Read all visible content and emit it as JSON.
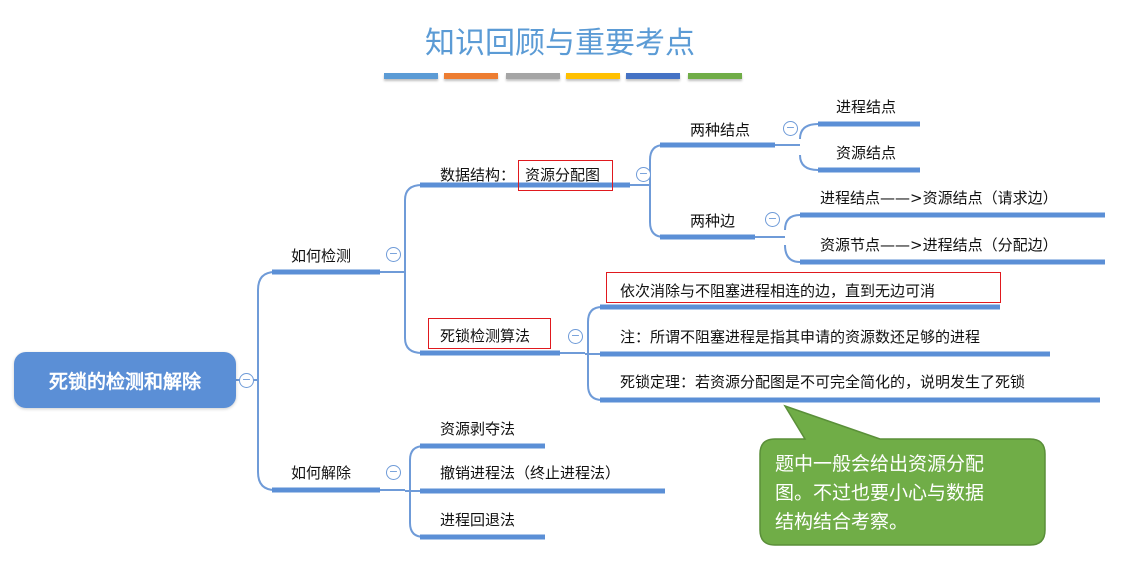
{
  "title": "知识回顾与重要考点",
  "title_bar_colors": [
    "#5b9bd5",
    "#ed7d31",
    "#a5a5a5",
    "#ffc000",
    "#4472c4",
    "#70ad47"
  ],
  "root": "死锁的检测和解除",
  "detect": {
    "label": "如何检测",
    "data_structure": {
      "prefix": "数据结构：",
      "highlight": "资源分配图",
      "two_nodes": {
        "label": "两种结点",
        "children": [
          "进程结点",
          "资源结点"
        ]
      },
      "two_edges": {
        "label": "两种边",
        "children": [
          "进程结点——>资源结点（请求边）",
          "资源节点——>进程结点（分配边）"
        ]
      }
    },
    "algorithm": {
      "label": "死锁检测算法",
      "children": [
        "依次消除与不阻塞进程相连的边，直到无边可消",
        "注：所谓不阻塞进程是指其申请的资源数还足够的进程",
        "死锁定理：若资源分配图是不可完全简化的，说明发生了死锁"
      ]
    }
  },
  "resolve": {
    "label": "如何解除",
    "children": [
      "资源剥夺法",
      "撤销进程法（终止进程法）",
      "进程回退法"
    ]
  },
  "callout": {
    "lines": [
      "题中一般会给出资源分配",
      "图。不过也要小心与数据",
      "结构结合考察。"
    ],
    "color": "#70ad47"
  },
  "collapse_symbol": "−"
}
